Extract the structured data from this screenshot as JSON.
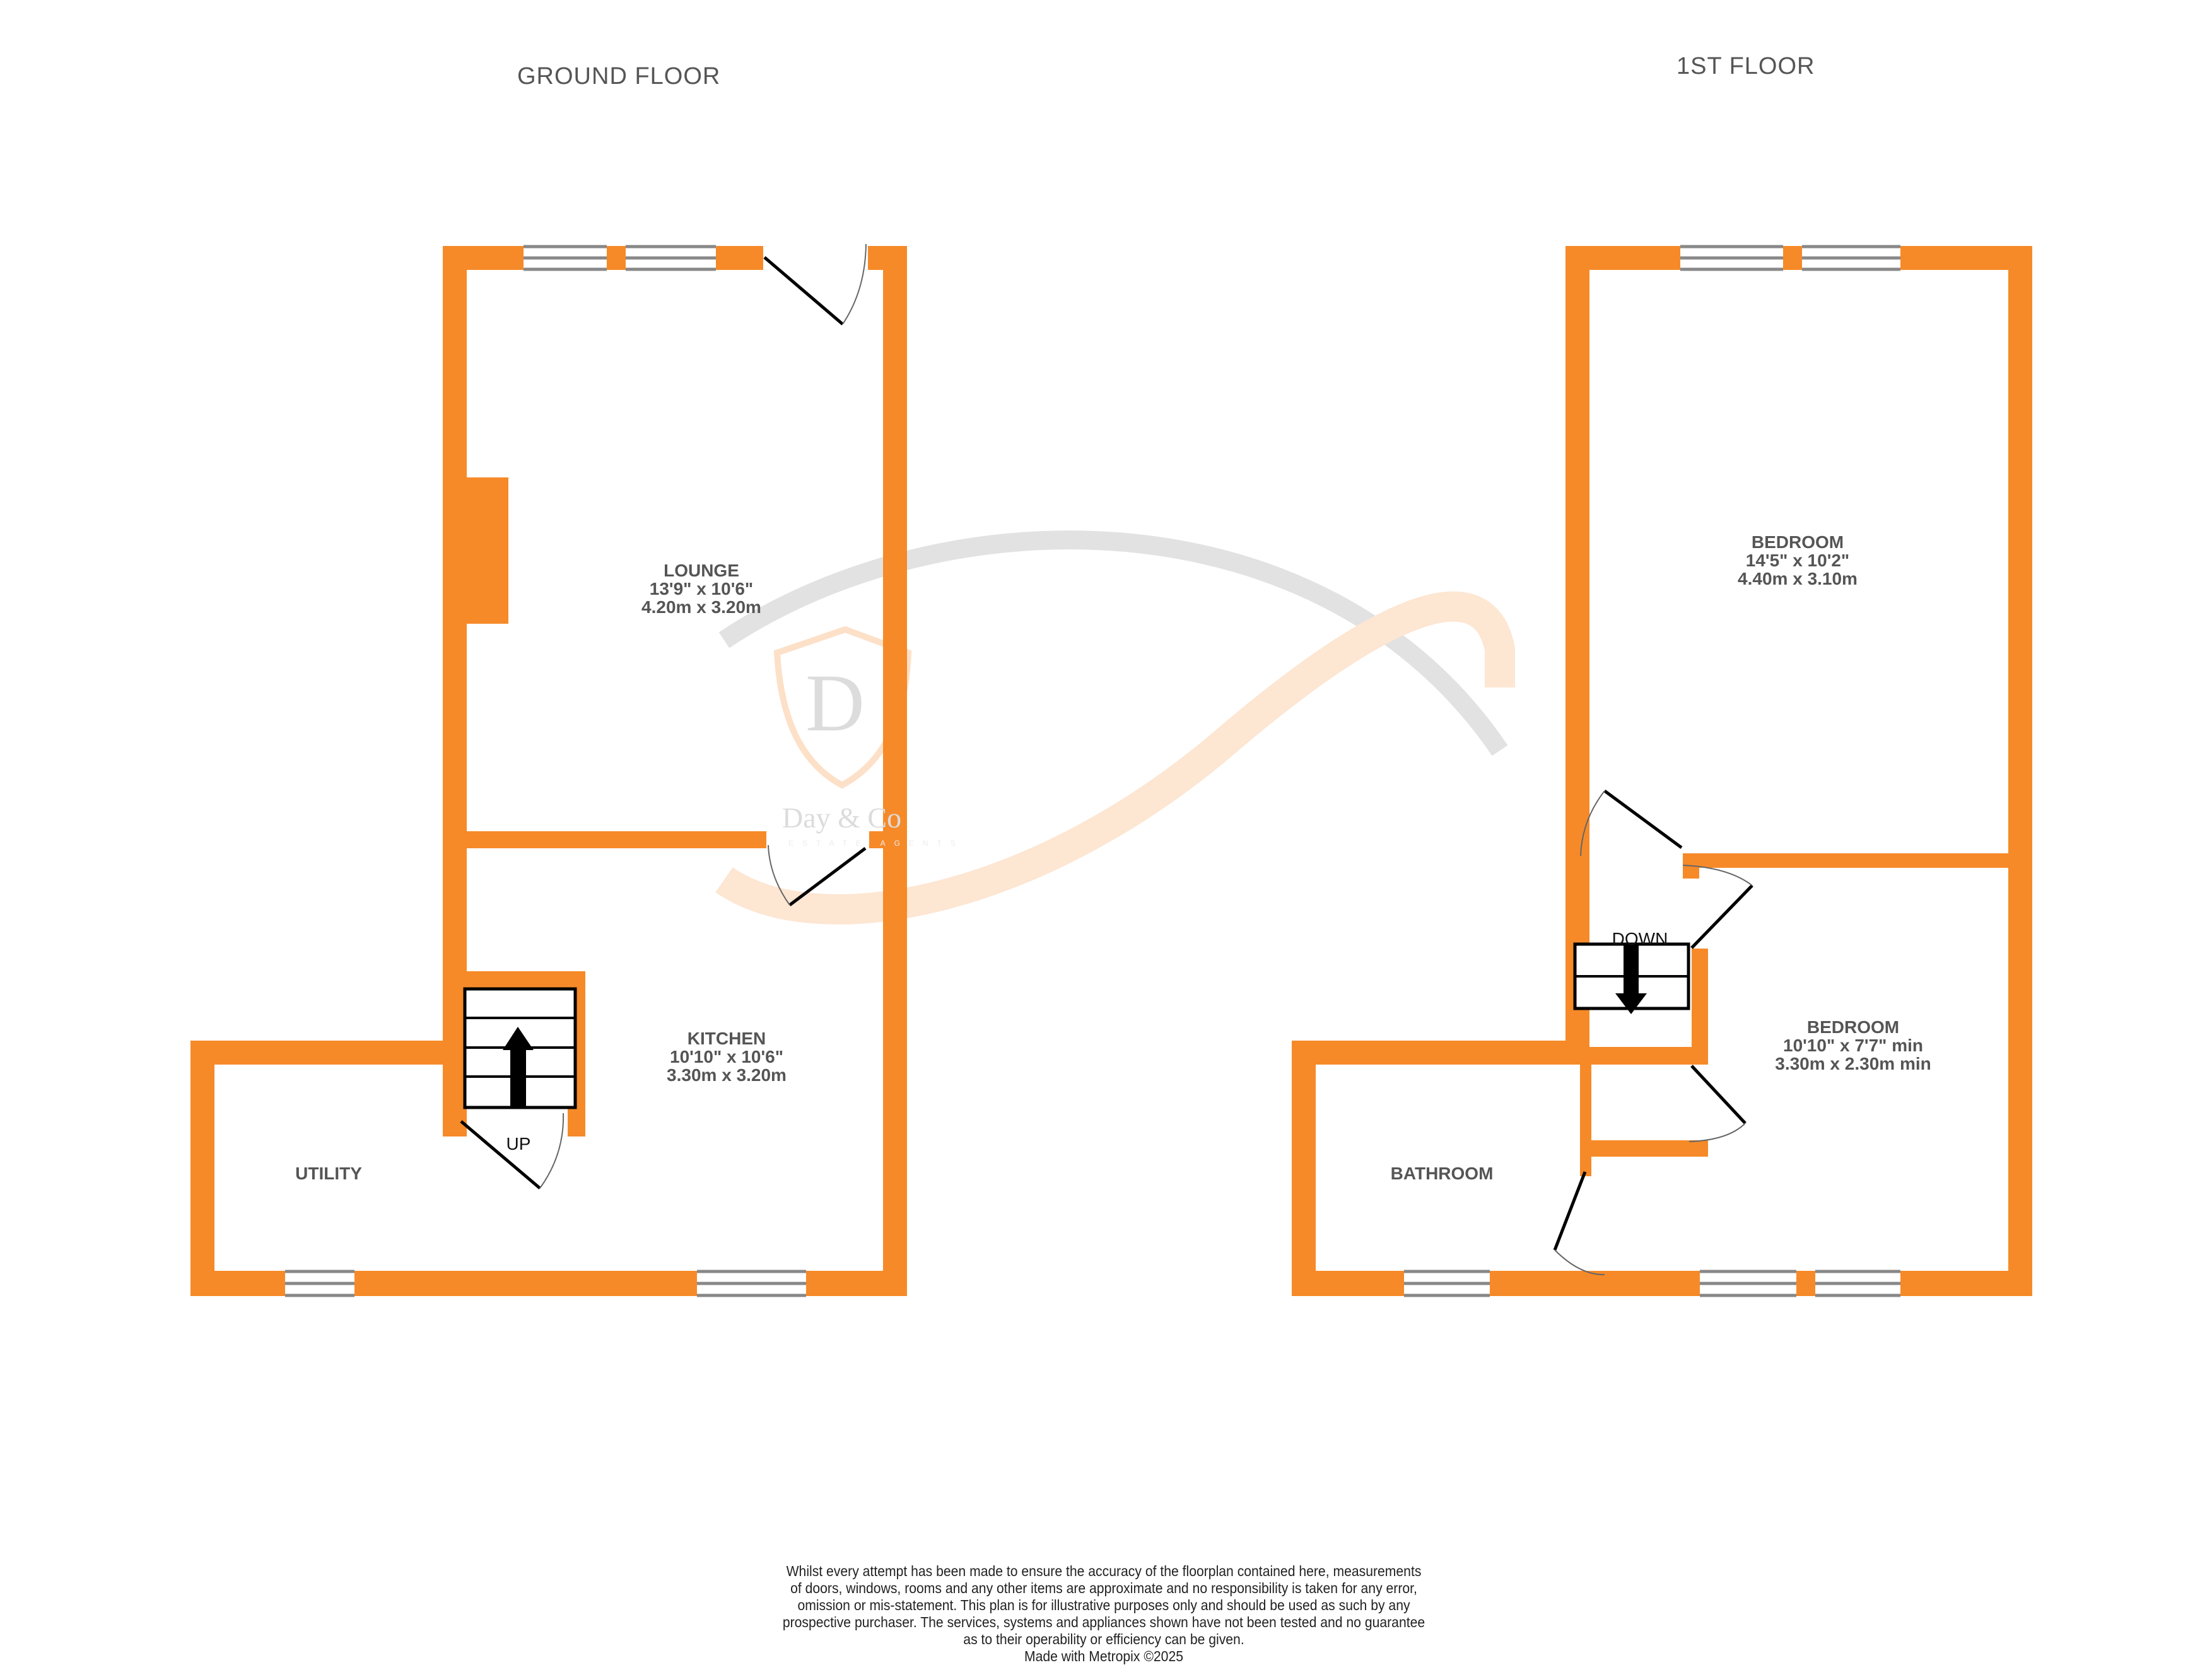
{
  "floors": [
    {
      "title": "GROUND FLOOR",
      "rooms": [
        {
          "name": "LOUNGE",
          "imperial": "13'9\"  x 10'6\"",
          "metric": "4.20m  x 3.20m"
        },
        {
          "name": "KITCHEN",
          "imperial": "10'10\"  x 10'6\"",
          "metric": "3.30m  x 3.20m"
        },
        {
          "name": "UTILITY"
        }
      ],
      "stairs": {
        "label": "UP",
        "direction": "up"
      }
    },
    {
      "title": "1ST FLOOR",
      "rooms": [
        {
          "name": "BEDROOM",
          "imperial": "14'5\"  x 10'2\"",
          "metric": "4.40m  x 3.10m"
        },
        {
          "name": "BEDROOM",
          "imperial": "10'10\"  x 7'7\" min",
          "metric": "3.30m  x 2.30m min"
        },
        {
          "name": "BATHROOM"
        }
      ],
      "stairs": {
        "label": "DOWN",
        "direction": "down"
      }
    }
  ],
  "watermark": {
    "brand": "Day & Co",
    "tagline": "ESTATE AGENTS",
    "monogram": "D"
  },
  "disclaimer": {
    "lines": [
      "Whilst every attempt has been made to ensure the accuracy of the floorplan contained here, measurements",
      "of doors, windows, rooms and any other items are approximate and no responsibility is taken for any error,",
      "omission or mis-statement. This plan is for illustrative purposes only and should be used as such by any",
      "prospective purchaser. The services, systems and appliances shown have not been tested and no guarantee",
      "as to their operability or efficiency can be given."
    ],
    "credit": "Made with Metropix ©2025"
  },
  "colors": {
    "wall": "#f68a28",
    "text": "#555555",
    "window": "#888888",
    "watermark_grey": "#dddddd",
    "watermark_orange": "#fde8d6"
  }
}
